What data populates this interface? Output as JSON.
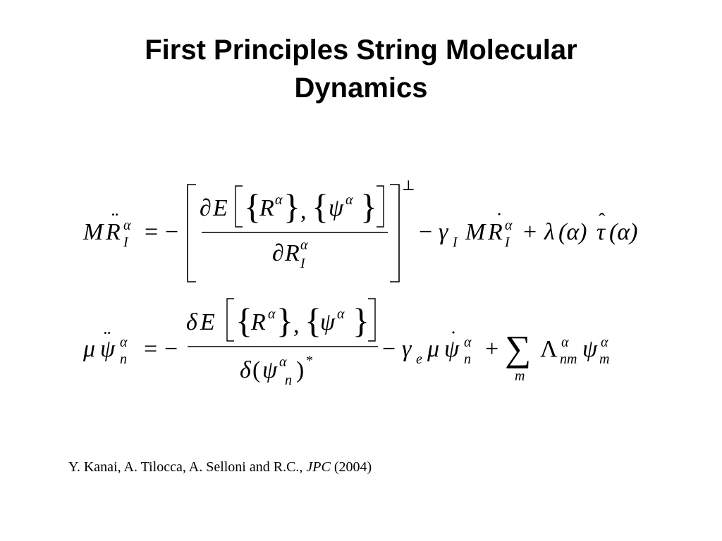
{
  "slide": {
    "title_lines": [
      "First Principles String Molecular",
      "Dynamics"
    ],
    "equation_1": {
      "lhs_M": "M",
      "lhs_R": "R",
      "lhs_dots": "¨",
      "lhs_sup": "α",
      "lhs_sub": "I",
      "equals": "=",
      "minus": "−",
      "num_partial": "∂",
      "num_E": "E",
      "num_R": "R",
      "num_R_sup": "α",
      "num_comma": ",",
      "num_psi": "ψ",
      "num_psi_sup": "α",
      "den_partial": "∂",
      "den_R": "R",
      "den_R_sup": "α",
      "den_R_sub": "I",
      "perp": "⊥",
      "term2_minus": "−",
      "gamma": "γ",
      "gamma_sub": "I",
      "term2_M": "M",
      "term2_R": "R",
      "term2_dot": "˙",
      "term2_sup": "α",
      "term2_sub": "I",
      "plus": "+",
      "lambda": "λ",
      "lambda_arg": "(α)",
      "tau": "τ",
      "tau_hat": "ˆ",
      "tau_arg": "(α)"
    },
    "equation_2": {
      "lhs_mu": "μ",
      "lhs_psi": "ψ",
      "lhs_dots": "¨",
      "lhs_sup": "α",
      "lhs_sub": "n",
      "equals": "=",
      "minus": "−",
      "num_delta": "δ",
      "num_E": "E",
      "num_R": "R",
      "num_R_sup": "α",
      "num_comma": ",",
      "num_psi": "ψ",
      "num_psi_sup": "α",
      "den_delta": "δ",
      "den_open": "(",
      "den_psi": "ψ",
      "den_psi_sup": "α",
      "den_psi_sub": "n",
      "den_close": ")",
      "den_star": "*",
      "term2_minus": "−",
      "gamma": "γ",
      "gamma_sub": "e",
      "term2_mu": "μ",
      "term2_psi": "ψ",
      "term2_dot": "˙",
      "term2_sup": "α",
      "term2_sub": "n",
      "plus": "+",
      "sum": "∑",
      "sum_sub": "m",
      "Lambda": "Λ",
      "Lambda_sup": "α",
      "Lambda_sub": "nm",
      "psi_m": "ψ",
      "psi_m_sup": "α",
      "psi_m_sub": "m"
    },
    "citation": {
      "authors": "Y. Kanai, A. Tilocca, A. Selloni and R.C., ",
      "journal": "JPC",
      "year": " (2004)"
    }
  }
}
